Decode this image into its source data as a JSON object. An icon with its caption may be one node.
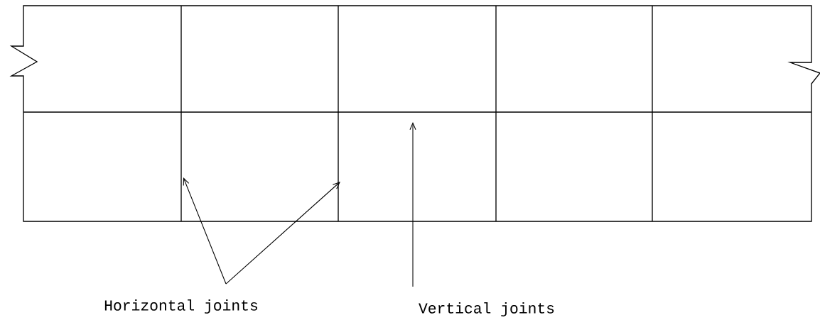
{
  "diagram": {
    "nodes": [
      {
        "text": [
          "Horizontal joints"
        ]
      },
      {
        "text": [
          "Vertical joints"
        ]
      }
    ],
    "edges": [
      {
        "from": 0,
        "to": null,
        "arrow": "to"
      },
      {
        "from": 0,
        "to": null,
        "arrow": "to"
      },
      {
        "from": 1,
        "to": null,
        "arrow": "to"
      }
    ]
  }
}
